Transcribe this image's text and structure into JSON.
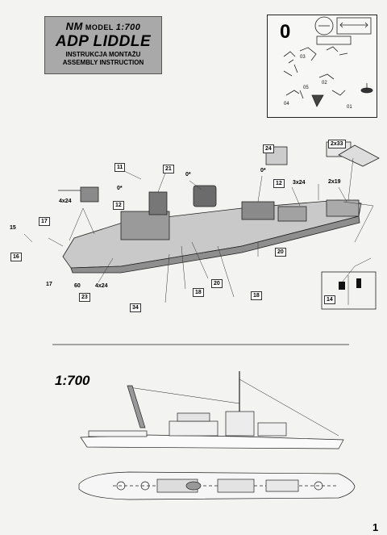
{
  "header": {
    "brand": "NM",
    "brand_small": "MODEL",
    "scale": "1:700",
    "title": "ADP LIDDLE",
    "subtitle_pl": "INSTRUKCJA MONTAŻU",
    "subtitle_en": "ASSEMBLY INSTRUCTION"
  },
  "step": {
    "number": "0",
    "parts": [
      "01",
      "02",
      "03",
      "04",
      "05"
    ]
  },
  "callouts": [
    {
      "key": "c11",
      "text": "11"
    },
    {
      "key": "c21",
      "text": "21"
    },
    {
      "key": "c24",
      "text": "24"
    },
    {
      "key": "c2x33",
      "text": "2x33"
    },
    {
      "key": "c0a",
      "text": "0*"
    },
    {
      "key": "c0b",
      "text": "0*"
    },
    {
      "key": "c0c",
      "text": "0*"
    },
    {
      "key": "c12a",
      "text": "12"
    },
    {
      "key": "c12b",
      "text": "12"
    },
    {
      "key": "c3x24",
      "text": "3x24"
    },
    {
      "key": "c2x19",
      "text": "2x19"
    },
    {
      "key": "c4x24a",
      "text": "4x24"
    },
    {
      "key": "c17a",
      "text": "17"
    },
    {
      "key": "c15",
      "text": "15"
    },
    {
      "key": "c16",
      "text": "16"
    },
    {
      "key": "c20a",
      "text": "20"
    },
    {
      "key": "c17b",
      "text": "17"
    },
    {
      "key": "c60",
      "text": "60"
    },
    {
      "key": "c4x24b",
      "text": "4x24"
    },
    {
      "key": "c23",
      "text": "23"
    },
    {
      "key": "c20b",
      "text": "20"
    },
    {
      "key": "c18a",
      "text": "18"
    },
    {
      "key": "c18b",
      "text": "18"
    },
    {
      "key": "c34",
      "text": "34"
    },
    {
      "key": "c14",
      "text": "14"
    }
  ],
  "plan": {
    "scale": "1:700"
  },
  "page_number": "1"
}
